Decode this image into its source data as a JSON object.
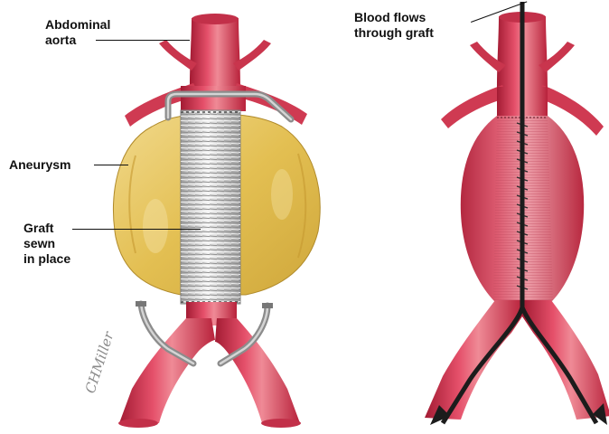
{
  "labels": {
    "abdominal_aorta": [
      "Abdominal",
      "aorta"
    ],
    "aneurysm": "Aneurysm",
    "graft": [
      "Graft",
      "sewn",
      "in place"
    ],
    "blood_flows": [
      "Blood flows",
      "through graft"
    ]
  },
  "signature": "CHMiller",
  "colors": {
    "artery": "#d8394f",
    "artery_highlight": "#ef8a96",
    "artery_shadow": "#a31b33",
    "aneurysm_sac": "#e8c864",
    "graft": "#d6d6d6",
    "clamp": "#9a9a9a",
    "stitch": "#333333",
    "flow_line": "#1c1c1c"
  }
}
